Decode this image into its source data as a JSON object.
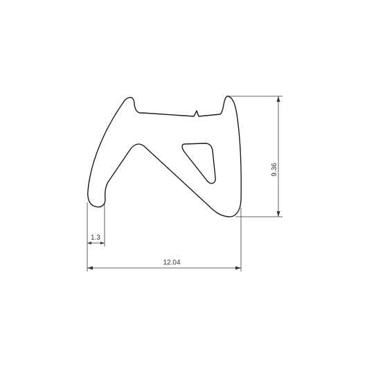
{
  "drawing": {
    "dimensions": {
      "overall_width": "12.04",
      "height": "9.36",
      "lip_width": "1.3"
    },
    "colors": {
      "outline": "#1a1a1a",
      "dimension": "#333333",
      "background": "#ffffff"
    }
  }
}
